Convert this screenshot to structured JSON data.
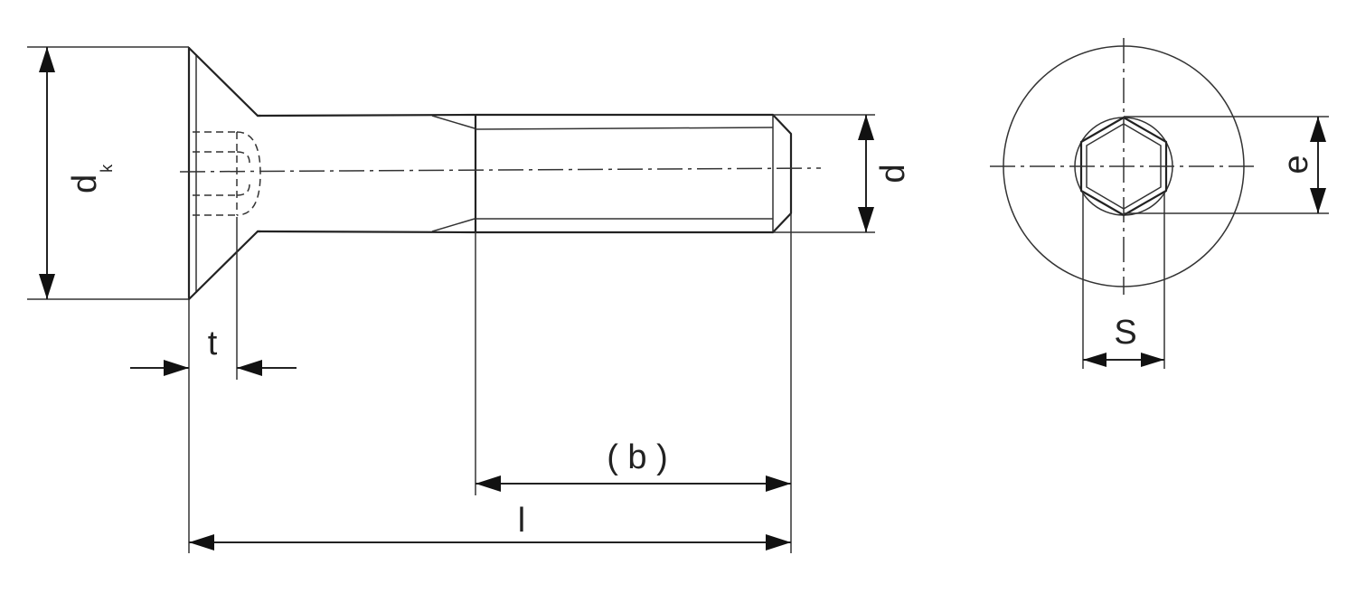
{
  "diagram": {
    "labels": {
      "dk_main": "d",
      "dk_sub": "k",
      "t": "t",
      "b": "( b )",
      "l": "l",
      "d": "d",
      "e": "e",
      "s": "S"
    }
  }
}
